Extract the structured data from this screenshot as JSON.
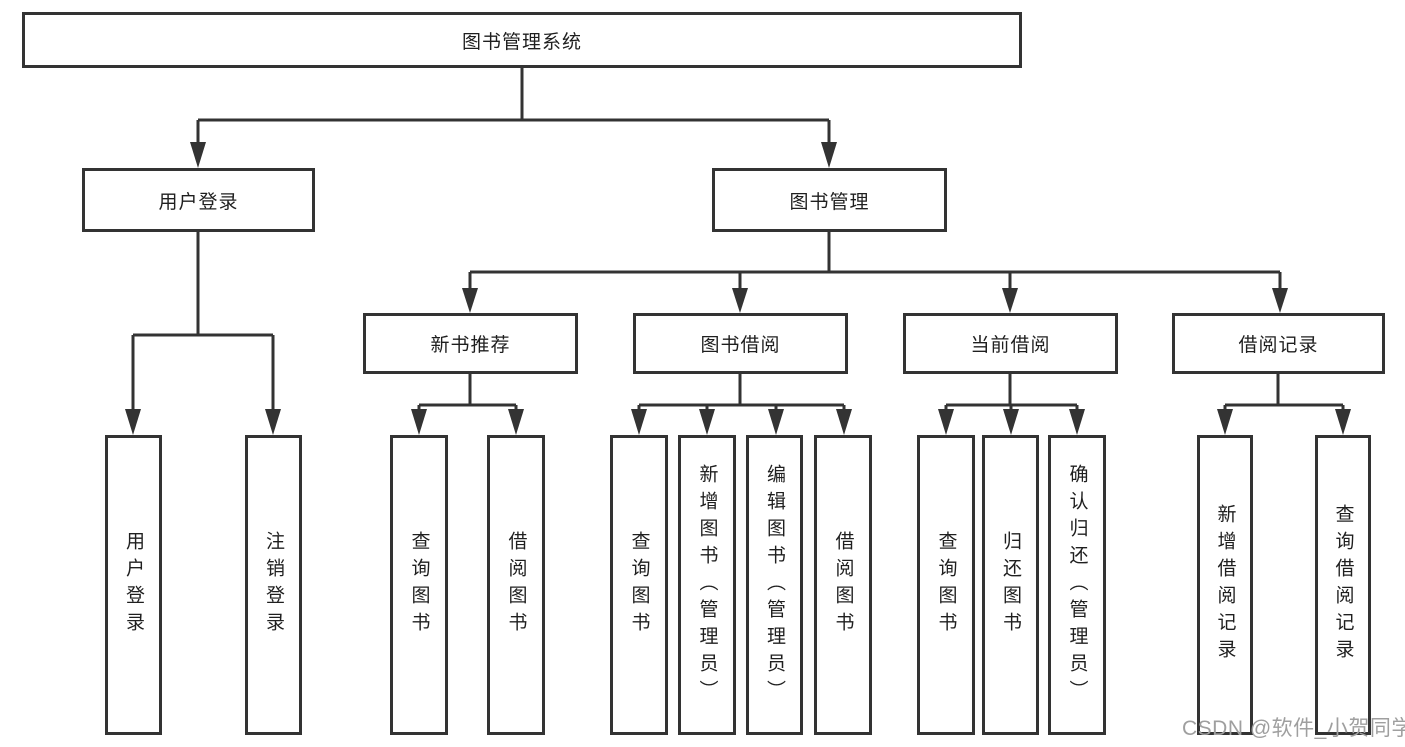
{
  "tree": {
    "root": "图书管理系统",
    "branches": [
      {
        "label": "用户登录",
        "children": [
          "用户登录",
          "注销登录"
        ]
      },
      {
        "label": "图书管理",
        "children": [
          {
            "label": "新书推荐",
            "children": [
              "查询图书",
              "借阅图书"
            ]
          },
          {
            "label": "图书借阅",
            "children": [
              "查询图书",
              "新增图书（管理员）",
              "编辑图书（管理员）",
              "借阅图书"
            ]
          },
          {
            "label": "当前借阅",
            "children": [
              "查询图书",
              "归还图书",
              "确认归还（管理员）"
            ]
          },
          {
            "label": "借阅记录",
            "children": [
              "新增借阅记录",
              "查询借阅记录"
            ]
          }
        ]
      }
    ]
  },
  "watermark": {
    "text": "CSDN @软件_小贺同学"
  },
  "colors": {
    "line": "#333333",
    "box_border": "#333333",
    "text": "#1f1f1f",
    "watermark": "#9f9f9f",
    "background": "#ffffff"
  }
}
